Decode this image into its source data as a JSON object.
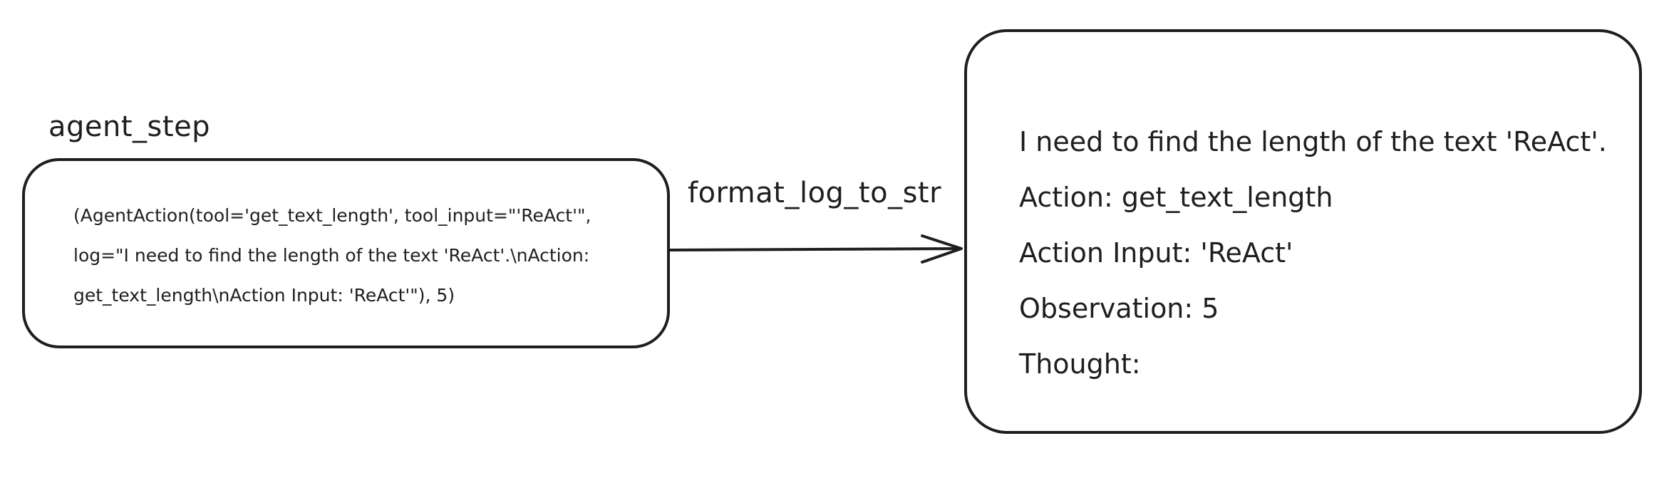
{
  "diagram": {
    "source_node": {
      "title": "agent_step",
      "lines": [
        "(AgentAction(tool='get_text_length', tool_input=\"'ReAct'\",",
        "log=\"I need to find the length of the text 'ReAct'.\\nAction:",
        "get_text_length\\nAction Input: 'ReAct'\"), 5)"
      ]
    },
    "edge": {
      "label": "format_log_to_str"
    },
    "target_node": {
      "lines": [
        "I need to find the length of the text 'ReAct'.",
        "Action: get_text_length",
        "Action Input: 'ReAct'",
        "Observation: 5",
        "Thought:"
      ]
    },
    "colors": {
      "stroke": "#1e1e1e",
      "background": "#ffffff"
    }
  }
}
